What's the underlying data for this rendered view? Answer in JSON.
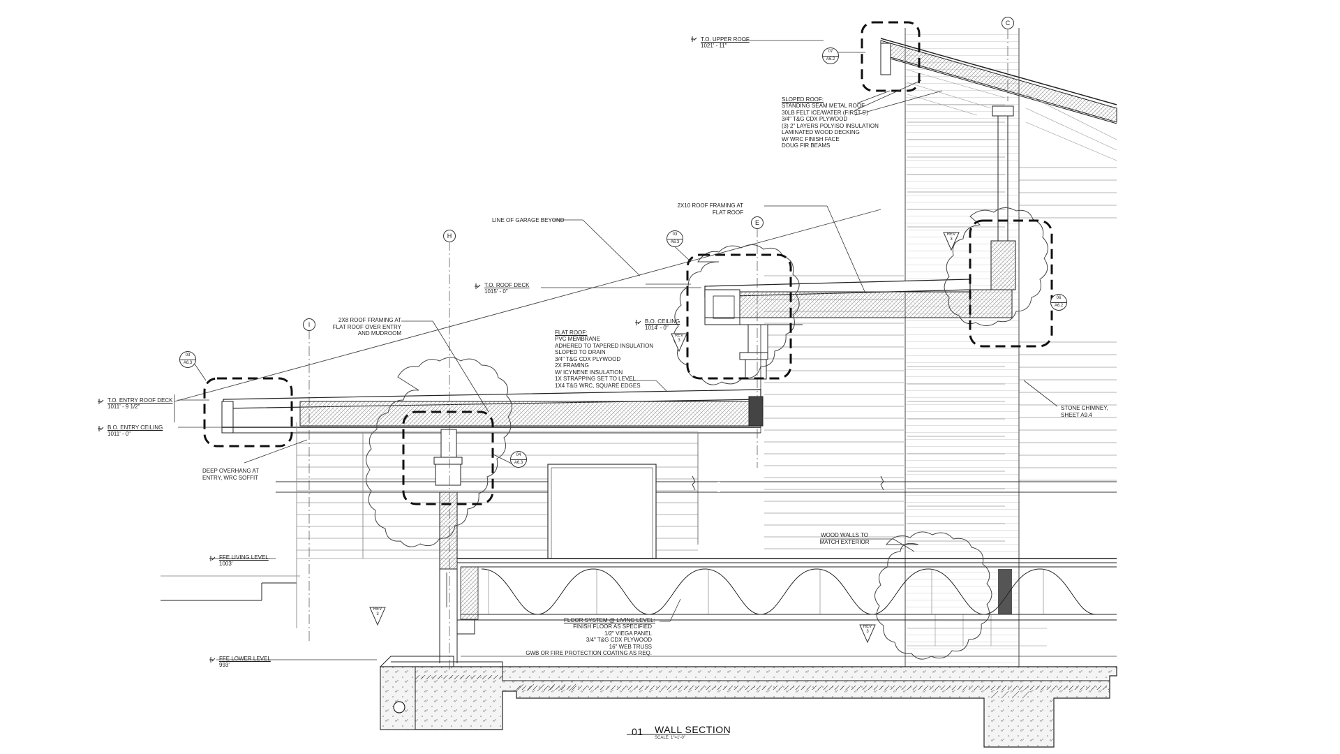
{
  "drawing": {
    "title_number": "01",
    "title": "WALL SECTION",
    "scale": "SCALE: 1\"=1'-0\""
  },
  "levels": [
    {
      "name": "T.O. UPPER ROOF",
      "value": "1021' - 11\""
    },
    {
      "name": "T.O. ROOF DECK",
      "value": "1015' - 0\""
    },
    {
      "name": "B.O. CEILING",
      "value": "1014' - 0\""
    },
    {
      "name": "T.O. ENTRY ROOF DECK",
      "value": "1011' - 9 1/2\""
    },
    {
      "name": "B.O. ENTRY CEILING",
      "value": "1011' - 0\""
    },
    {
      "name": "FFE LIVING LEVEL",
      "value": "1003'"
    },
    {
      "name": "FFE LOWER LEVEL",
      "value": "993'"
    }
  ],
  "grid_lines": [
    "C",
    "E",
    "H",
    "I"
  ],
  "detail_tags": [
    {
      "num": "07",
      "sheet": "A6.2"
    },
    {
      "num": "03",
      "sheet": "A6.3"
    },
    {
      "num": "03",
      "sheet": "A6.3"
    },
    {
      "num": "04",
      "sheet": "A6.3"
    },
    {
      "num": "06",
      "sheet": "A6.2"
    }
  ],
  "rev_tags": [
    {
      "label": "REV",
      "num": "3"
    },
    {
      "label": "REV",
      "num": "3"
    },
    {
      "label": "REV",
      "num": "3"
    },
    {
      "label": "REV",
      "num": "3"
    }
  ],
  "notes": {
    "sloped_roof_title": "SLOPED ROOF:",
    "sloped_roof": "STANDING SEAM METAL ROOF\n30lb FELT ICE/WATER (FIRST 5')\n3/4\" T&G CDX PLYWOOD\n(3) 2\" LAYERS POLYISO INSULATION\nLAMINATED WOOD DECKING\nW/ WRC FINISH FACE\nDOUG FIR BEAMS",
    "roof_framing_2x10": "2x10 ROOF FRAMING AT\nFLAT ROOF",
    "line_of_garage": "LINE OF GARAGE BEYOND",
    "roof_framing_2x8": "2x8 ROOF FRAMING AT\nFLAT ROOF OVER ENTRY\nAND MUDROOM",
    "flat_roof_title": "FLAT ROOF:",
    "flat_roof": "PVC MEMBRANE\nADHERED TO TAPERED INSULATION\nSLOPED TO DRAIN\n3/4\" T&G CDX PLYWOOD\n2x FRAMING\nW/ ICYNENE INSULATION\n1x STRAPPING SET TO LEVEL\n1x4 T&G WRC, SQUARE EDGES",
    "deep_overhang": "DEEP OVERHANG AT\nENTRY, WRC SOFFIT",
    "stone_chimney": "STONE CHIMNEY,\nSHEET A9.4",
    "wood_walls": "WOOD WALLS TO\nMATCH EXTERIOR",
    "floor_system_title": "FLOOR SYSTEM @ LIVING LEVEL:",
    "floor_system": "FINISH FLOOR AS SPECIFIED\n1/2\" VIEGA PANEL\n3/4\" T&G CDX PLYWOOD\n16\" WEB TRUSS\nGWB OR FIRE PROTECTION COATING AS REQ."
  }
}
